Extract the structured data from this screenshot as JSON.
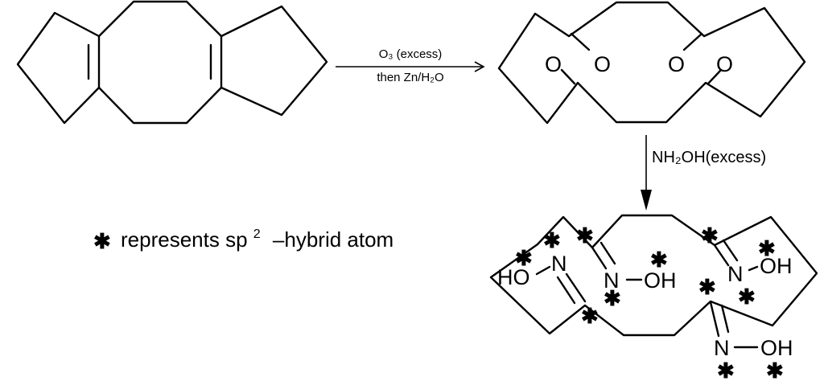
{
  "reaction": {
    "step1_reagent_top": "O₃ (excess)",
    "step1_reagent_bottom": "then Zn/H₂O",
    "step2_reagent": "NH₂OH(excess)"
  },
  "atoms": {
    "oxygen": "O",
    "nitrogen": "N",
    "hydroxyl_right": "OH",
    "hydroxyl_left": "HO"
  },
  "legend": {
    "marker": "✱",
    "text_before": "represents sp",
    "superscript": "2",
    "text_after": "–hybrid atom"
  }
}
